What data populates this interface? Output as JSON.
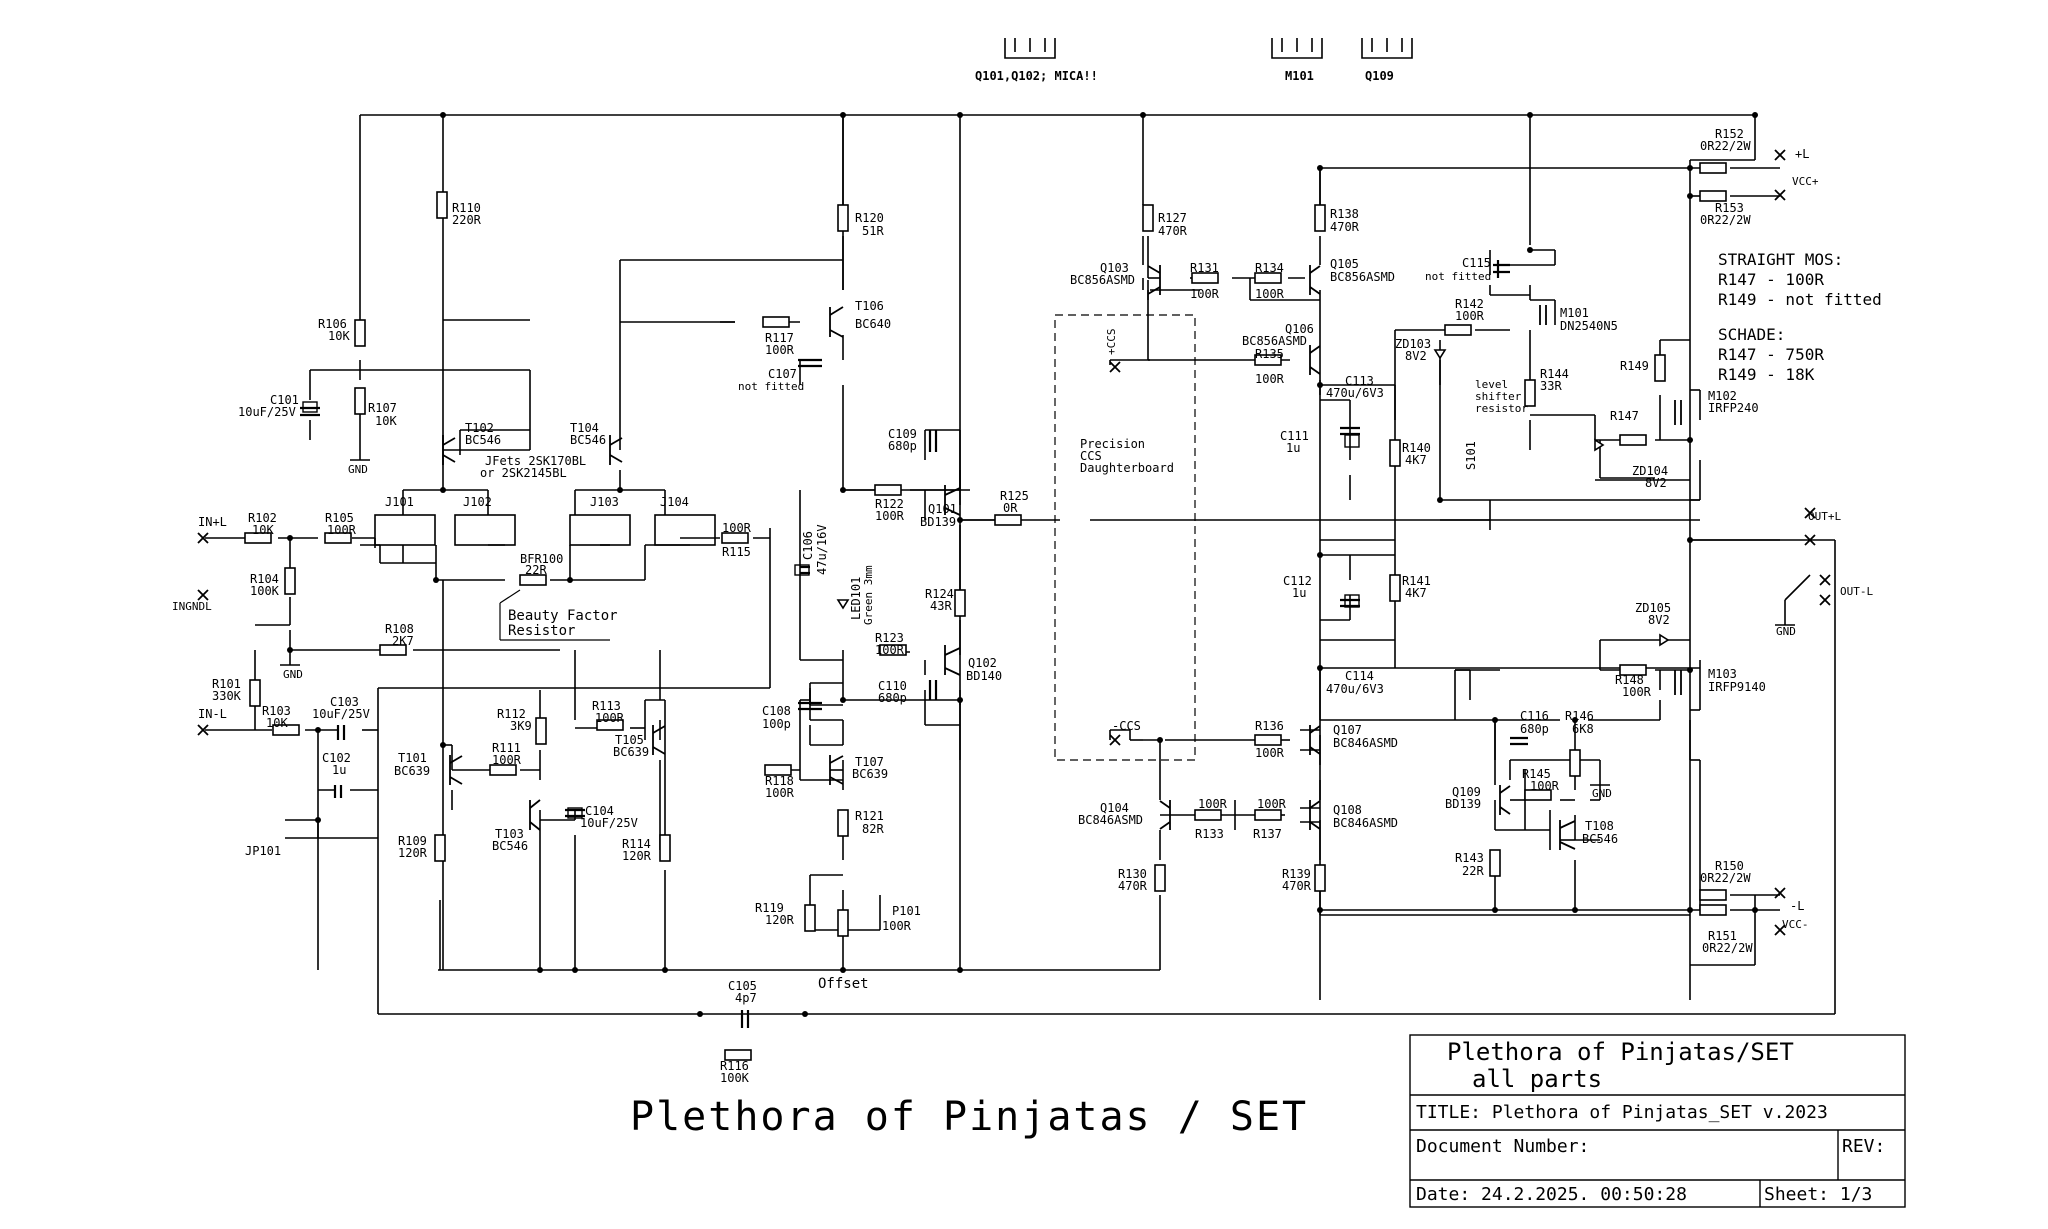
{
  "title_large": "Plethora of Pinjatas / SET",
  "title_block": {
    "heading_line1": "Plethora of Pinjatas/SET",
    "heading_line2": "all parts",
    "title": "TITLE:  Plethora of Pinjatas_SET v.2023",
    "document_number": "Document Number:",
    "rev": "REV:",
    "date": "Date: 24.2.2025. 00:50:28",
    "sheet": "Sheet: 1/3"
  },
  "heatsinks": [
    "Q101,Q102; MICA!!",
    "M101",
    "Q109"
  ],
  "notes": {
    "straight_head": "STRAIGHT MOS:",
    "straight_1": "R147 - 100R",
    "straight_2": "R149 - not fitted",
    "schade_head": "SCHADE:",
    "schade_1": "R147 - 750R",
    "schade_2": "R149 - 18K"
  },
  "annotations": {
    "jfets_1": "JFets 2SK170BL",
    "jfets_2": "or 2SK2145BL",
    "beauty_1": "Beauty Factor",
    "beauty_2": "Resistor",
    "ccs_1": "Precision",
    "ccs_2": "CCS",
    "ccs_3": "Daughterboard",
    "level_1": "level",
    "level_2": "shifter",
    "level_3": "resistor",
    "offset": "Offset"
  },
  "ports": {
    "in_pos": "IN+L",
    "in_neg": "IN-L",
    "ingnd": "INGNDL",
    "gnd": "GND",
    "jp101": "JP101",
    "vcc_pos_l": "+L",
    "vcc_pos": "VCC+",
    "vcc_neg_l": "-L",
    "vcc_neg": "VCC-",
    "out_pos": "OUT+L",
    "out_neg": "OUT-L",
    "ccs_pos": "+CCS",
    "ccs_neg": "-CCS"
  },
  "parts": {
    "r110": [
      "R110",
      "220R"
    ],
    "r120": [
      "R120",
      "51R"
    ],
    "r106": [
      "R106",
      "10K"
    ],
    "r107": [
      "R107",
      "10K"
    ],
    "c101": [
      "C101",
      "10uF/25V"
    ],
    "t102": [
      "T102",
      "BC546"
    ],
    "t104": [
      "T104",
      "BC546"
    ],
    "t106": [
      "T106",
      "BC640"
    ],
    "r117": [
      "R117",
      "100R"
    ],
    "c107": [
      "C107",
      "not fitted"
    ],
    "j101": "J101",
    "j102": "J102",
    "j103": "J103",
    "j104": "J104",
    "r102": [
      "R102",
      "10K"
    ],
    "r105": [
      "R105",
      "100R"
    ],
    "r115": [
      "100R",
      "R115"
    ],
    "bfr100": [
      "BFR100",
      "22R"
    ],
    "r104": [
      "R104",
      "100K"
    ],
    "r108": [
      "R108",
      "2K7"
    ],
    "r101": [
      "R101",
      "330K"
    ],
    "r103": [
      "R103",
      "10K"
    ],
    "c103": [
      "C103",
      "10uF/25V"
    ],
    "c102": [
      "C102",
      "1u"
    ],
    "t101": [
      "T101",
      "BC639"
    ],
    "r111": [
      "R111",
      "100R"
    ],
    "r112": [
      "R112",
      "3K9"
    ],
    "r113": [
      "R113",
      "100R"
    ],
    "t105": [
      "T105",
      "BC639"
    ],
    "t103": [
      "T103",
      "BC546"
    ],
    "c104": [
      "C104",
      "10uF/25V"
    ],
    "r109": [
      "R109",
      "120R"
    ],
    "r114": [
      "R114",
      "120R"
    ],
    "c109": [
      "C109",
      "680p"
    ],
    "r122": [
      "R122",
      "100R"
    ],
    "q101": [
      "Q101",
      "BD139"
    ],
    "c106": [
      "C106",
      "47u/16V"
    ],
    "led101": [
      "LED101",
      "Green 3mm"
    ],
    "r124": [
      "R124",
      "43R"
    ],
    "r123": [
      "R123",
      "100R"
    ],
    "q102": [
      "Q102",
      "BD140"
    ],
    "c110": [
      "C110",
      "680p"
    ],
    "c108": [
      "C108",
      "100p"
    ],
    "r118": [
      "R118",
      "100R"
    ],
    "t107": [
      "T107",
      "BC639"
    ],
    "r121": [
      "R121",
      "82R"
    ],
    "r119": [
      "R119",
      "120R"
    ],
    "p101": [
      "P101",
      "100R"
    ],
    "c105": [
      "C105",
      "4p7"
    ],
    "r116": [
      "R116",
      "100K"
    ],
    "r125": [
      "R125",
      "0R"
    ],
    "r127": [
      "R127",
      "470R"
    ],
    "q103": [
      "Q103",
      "BC856ASMD"
    ],
    "r131": [
      "R131",
      "100R"
    ],
    "r134": [
      "R134",
      "100R"
    ],
    "r138": [
      "R138",
      "470R"
    ],
    "q105": [
      "Q105",
      "BC856ASMD"
    ],
    "q106": [
      "Q106",
      "BC856ASMD"
    ],
    "r135": [
      "R135",
      "100R"
    ],
    "c113": [
      "C113",
      "470u/6V3"
    ],
    "c111": [
      "C111",
      "1u"
    ],
    "c115": [
      "C115",
      "not fitted"
    ],
    "r142": [
      "R142",
      "100R"
    ],
    "m101": [
      "M101",
      "DN2540N5"
    ],
    "zd103": [
      "ZD103",
      "8V2"
    ],
    "r144": [
      "R144",
      "33R"
    ],
    "r140": [
      "R140",
      "4K7"
    ],
    "s101": "S101",
    "r147": "R147",
    "r149": "R149",
    "m102": [
      "M102",
      "IRFP240"
    ],
    "zd104": [
      "ZD104",
      "8V2"
    ],
    "c112": [
      "C112",
      "1u"
    ],
    "r141": [
      "R141",
      "4K7"
    ],
    "c114": [
      "C114",
      "470u/6V3"
    ],
    "zd105": [
      "ZD105",
      "8V2"
    ],
    "r148": [
      "R148",
      "100R"
    ],
    "m103": [
      "M103",
      "IRFP9140"
    ],
    "r136": [
      "R136",
      "100R"
    ],
    "q107": [
      "Q107",
      "BC846ASMD"
    ],
    "q104": [
      "Q104",
      "BC846ASMD"
    ],
    "r133": [
      "100R",
      "R133"
    ],
    "r137": [
      "100R",
      "R137"
    ],
    "q108": [
      "Q108",
      "BC846ASMD"
    ],
    "r130": [
      "R130",
      "470R"
    ],
    "r139": [
      "R139",
      "470R"
    ],
    "c116": [
      "C116",
      "680p"
    ],
    "r146": [
      "R146",
      "6K8"
    ],
    "r145": [
      "R145",
      "100R"
    ],
    "q109": [
      "Q109",
      "BD139"
    ],
    "t108": [
      "T108",
      "BC546"
    ],
    "r143": [
      "R143",
      "22R"
    ],
    "r152": [
      "R152",
      "0R22/2W"
    ],
    "r153": [
      "R153",
      "0R22/2W"
    ],
    "r150": [
      "R150",
      "0R22/2W"
    ],
    "r151": [
      "R151",
      "0R22/2W"
    ]
  }
}
